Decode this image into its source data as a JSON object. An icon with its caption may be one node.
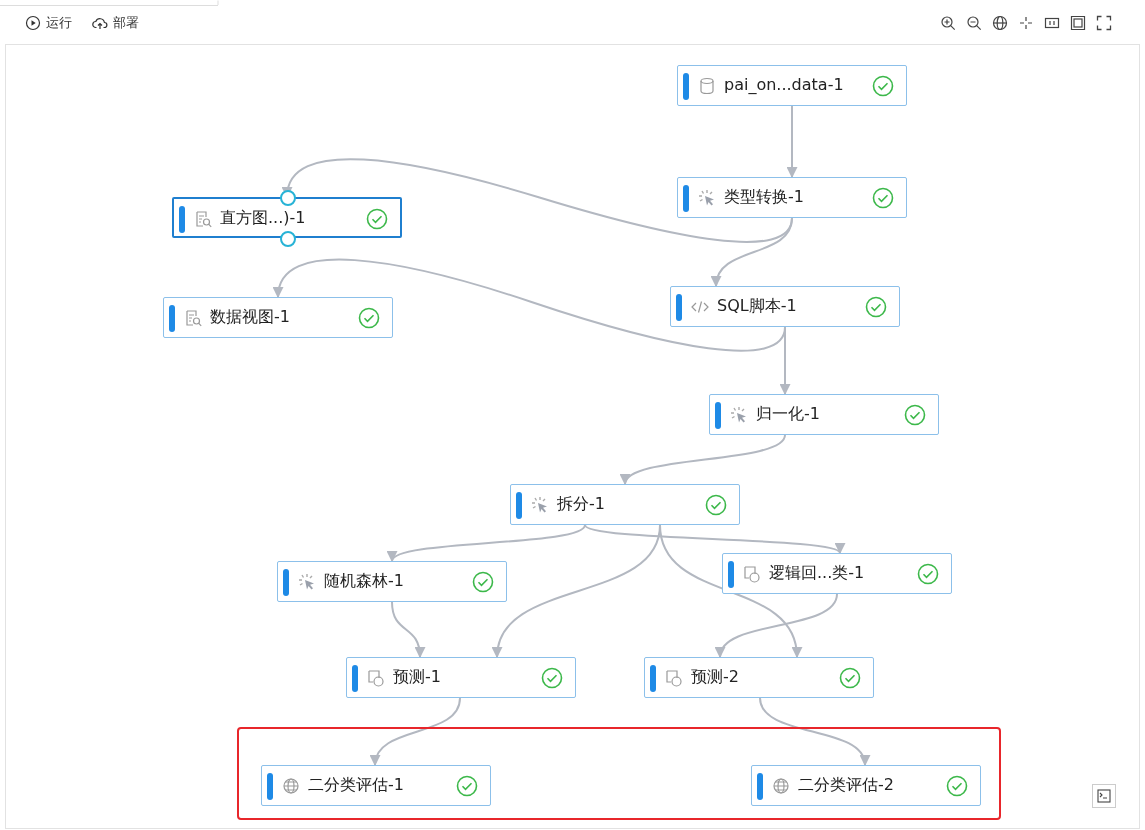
{
  "diagram": {
    "nodes": [
      {
        "text": [
          "pai_on...data-1"
        ]
      },
      {
        "text": [
          "类型转换-1"
        ]
      },
      {
        "text": [
          "直方图...)-1"
        ]
      },
      {
        "text": [
          "SQL脚本-1"
        ]
      },
      {
        "text": [
          "数据视图-1"
        ]
      },
      {
        "text": [
          "归一化-1"
        ]
      },
      {
        "text": [
          "拆分-1"
        ]
      },
      {
        "text": [
          "随机森林-1"
        ]
      },
      {
        "text": [
          "逻辑回...类-1"
        ]
      },
      {
        "text": [
          "预测-1"
        ]
      },
      {
        "text": [
          "预测-2"
        ]
      },
      {
        "text": [
          "二分类评估-1"
        ]
      },
      {
        "text": [
          "二分类评估-2"
        ]
      }
    ],
    "edges": [
      {
        "from": 0,
        "to": 1,
        "arrow": "to"
      },
      {
        "from": 1,
        "to": 2,
        "arrow": "to"
      },
      {
        "from": 1,
        "to": 3,
        "arrow": "to"
      },
      {
        "from": 3,
        "to": 4,
        "arrow": "to"
      },
      {
        "from": 3,
        "to": 5,
        "arrow": "to"
      },
      {
        "from": 5,
        "to": 6,
        "arrow": "to"
      },
      {
        "from": 6,
        "to": 7,
        "arrow": "to"
      },
      {
        "from": 6,
        "to": 8,
        "arrow": "to"
      },
      {
        "from": 6,
        "to": 9,
        "arrow": "to"
      },
      {
        "from": 6,
        "to": 10,
        "arrow": "to"
      },
      {
        "from": 7,
        "to": 9,
        "arrow": "to"
      },
      {
        "from": 8,
        "to": 10,
        "arrow": "to"
      },
      {
        "from": 9,
        "to": 11,
        "arrow": "to"
      },
      {
        "from": 10,
        "to": 12,
        "arrow": "to"
      }
    ],
    "labels": [
      "运行",
      "部署"
    ]
  }
}
